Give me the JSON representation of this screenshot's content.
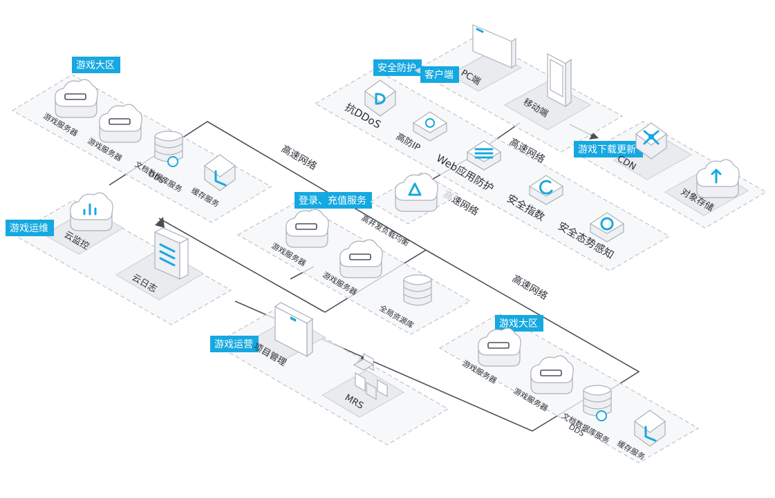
{
  "colors": {
    "accent": "#16a8e0",
    "line": "#4a4f57",
    "zone_fill": "#f4f5f7",
    "zone_border": "#bfc3c9"
  },
  "network": {
    "label_top": "高速网络",
    "label_right": "高速网络",
    "label_lb": "高速网络",
    "label_bottom": "高速网络"
  },
  "zones": {
    "game_zone_top": {
      "tag": "游戏大区",
      "items": [
        "游戏服务器",
        "游戏服务器",
        "文档数据库服务",
        "DDS",
        "缓存服务"
      ]
    },
    "ops": {
      "tag": "游戏运维",
      "items": [
        "云监控",
        "云日志"
      ]
    },
    "login": {
      "tag": "登录、充值服务",
      "items": [
        "游戏服务器",
        "游戏服务器",
        "全局资源库"
      ]
    },
    "security": {
      "tag": "安全防护",
      "items": [
        "抗DDoS",
        "高防IP",
        "Web应用防护",
        "安全指数",
        "安全态势感知"
      ]
    },
    "client": {
      "tag": "客户端",
      "items": [
        "PC端",
        "移动端"
      ]
    },
    "download": {
      "tag": "游戏下载更新",
      "items": [
        "CDN",
        "对象存储"
      ]
    },
    "lb": {
      "items": [
        "高并发负载均衡"
      ]
    },
    "operation": {
      "tag": "游戏运营",
      "items": [
        "项目管理",
        "MRS"
      ]
    },
    "game_zone_bottom": {
      "tag": "游戏大区",
      "items": [
        "游戏服务器",
        "游戏服务器",
        "文档数据库服务",
        "DDS",
        "缓存服务"
      ]
    }
  }
}
